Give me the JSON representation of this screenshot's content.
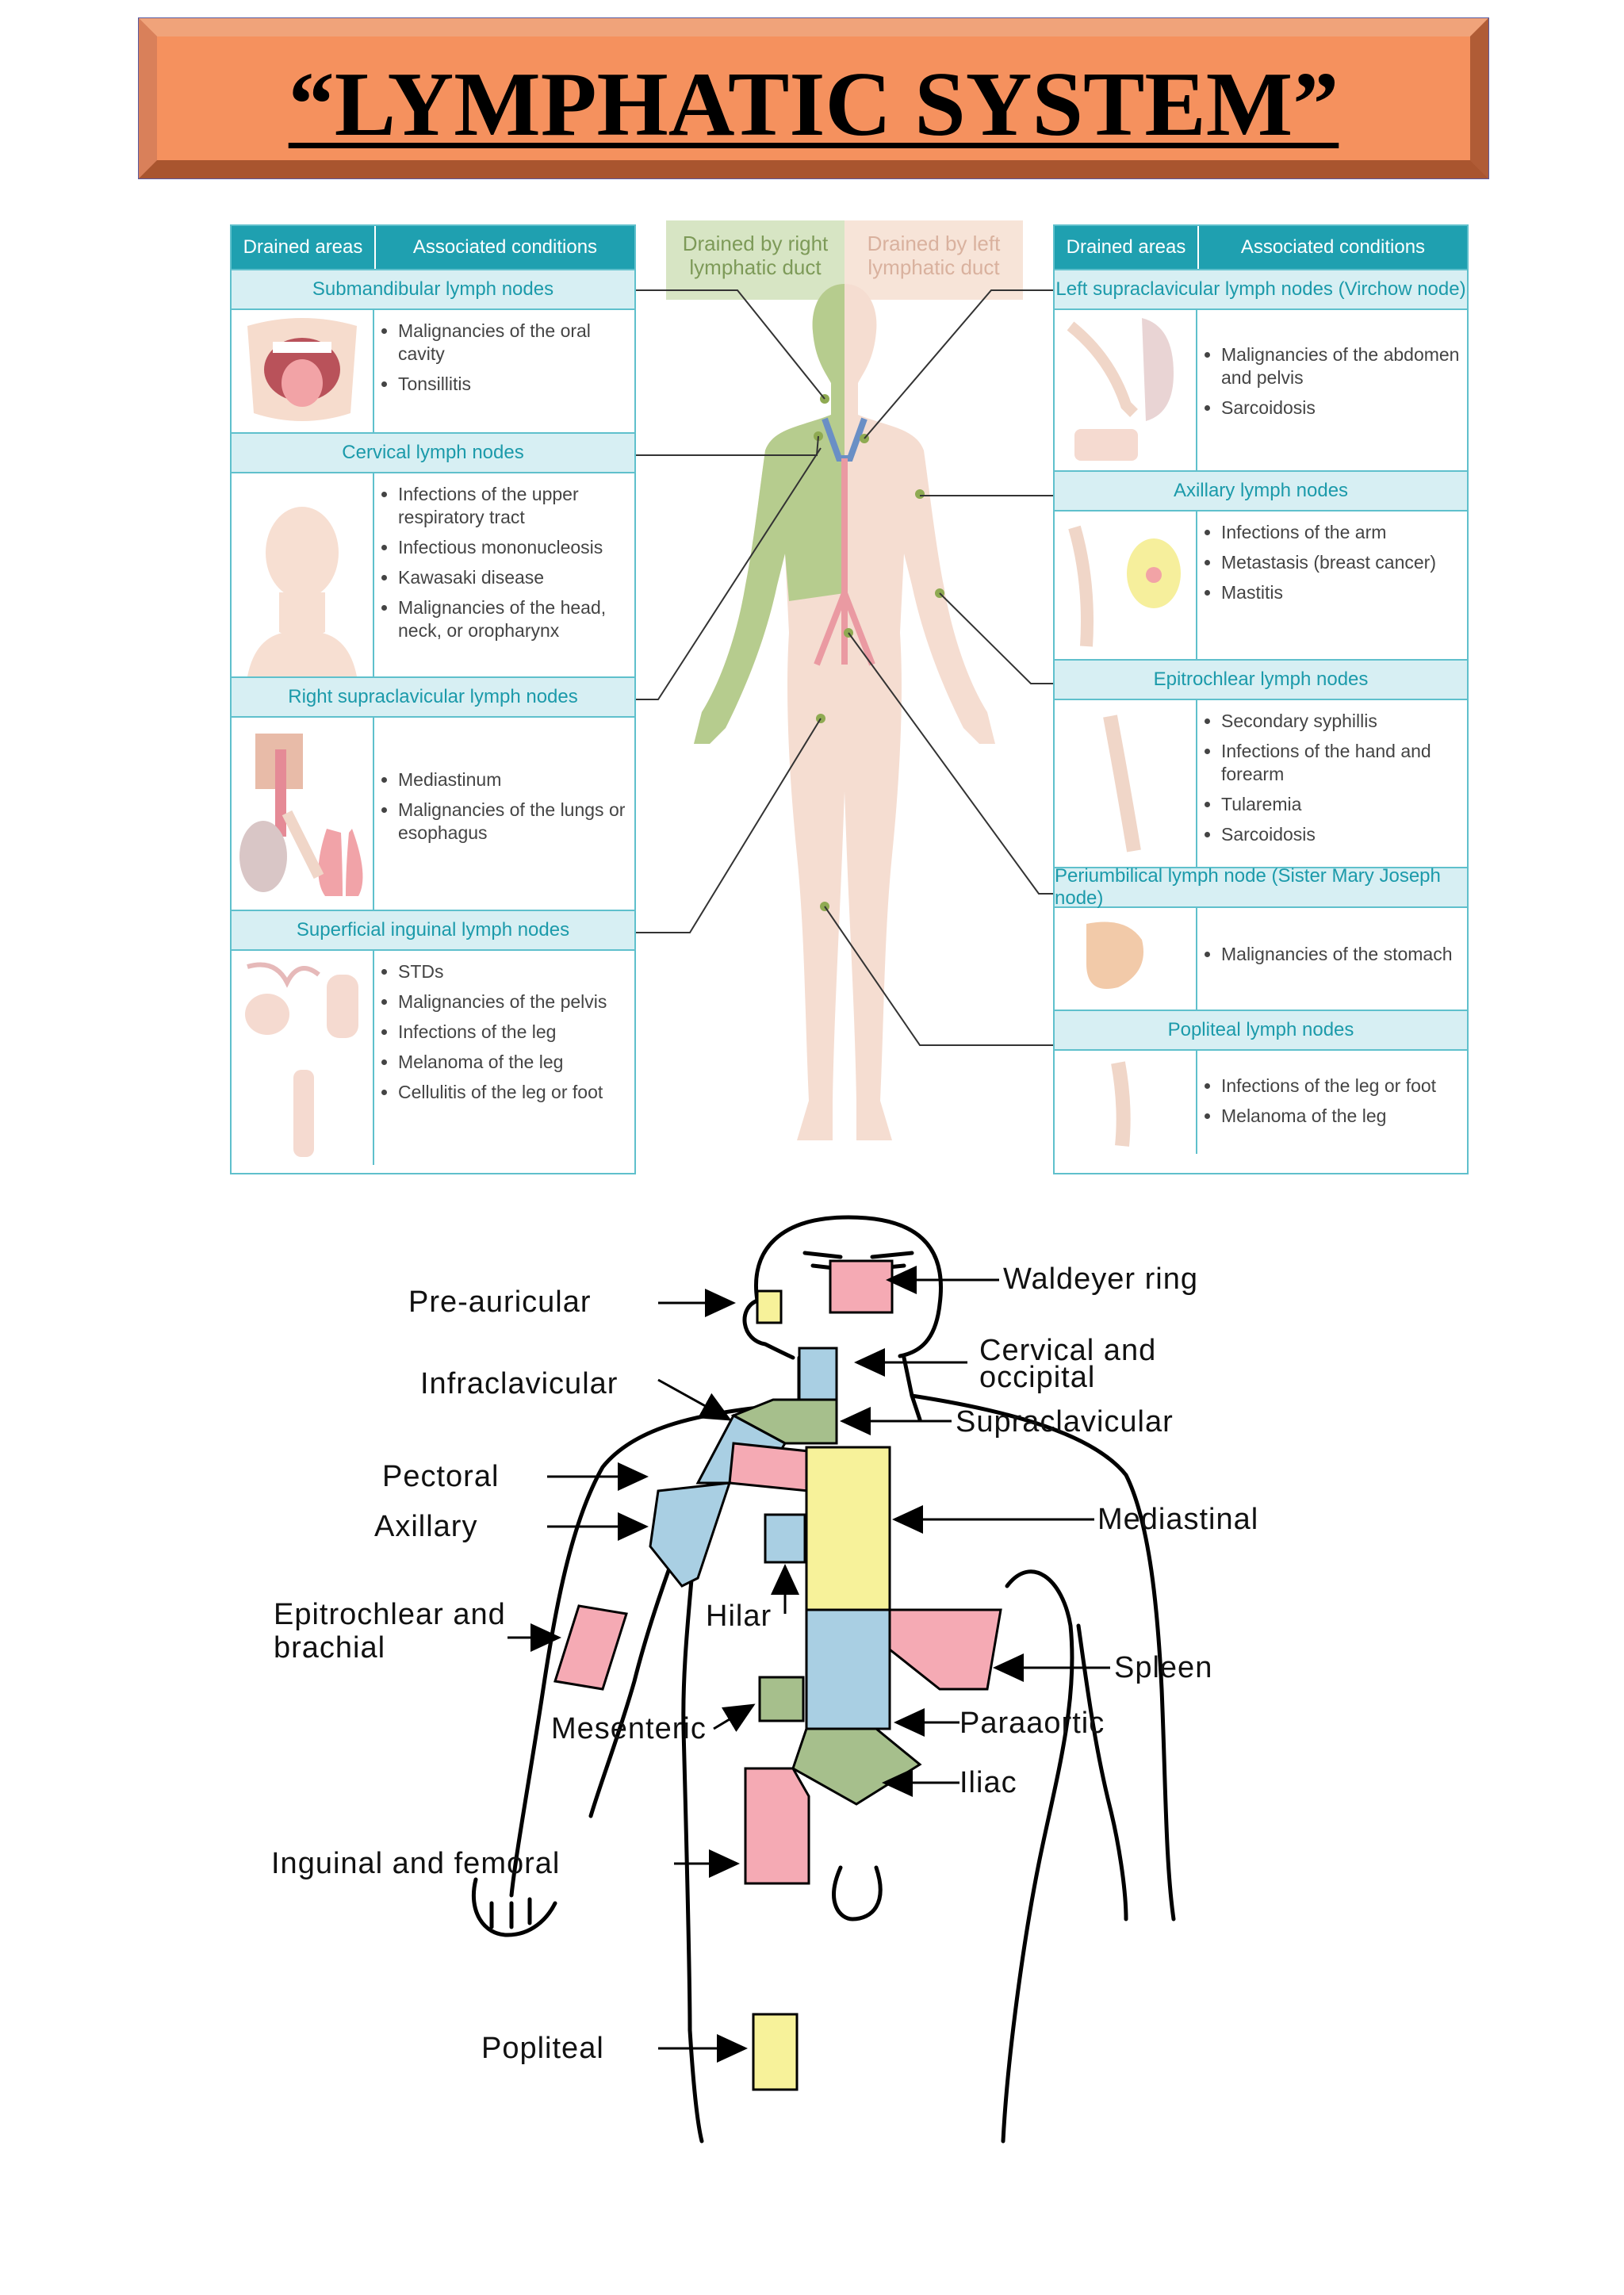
{
  "title": "“LYMPHATIC SYSTEM”",
  "colors": {
    "banner_fill": "#f5915e",
    "banner_border": "#5a5aa0",
    "table_header": "#1fa0b0",
    "section_bg": "#d7eff3",
    "right_duct": "#b6cc8e",
    "left_duct": "#f2d6c4",
    "node_green": "#a6bf8c",
    "node_blue": "#a9cfe3",
    "node_pink": "#f5aab4",
    "node_yellow": "#f7f29a"
  },
  "duct_labels": {
    "right": "Drained by right lymphatic duct",
    "left": "Drained by left lymphatic duct"
  },
  "left_table": {
    "headers": [
      "Drained areas",
      "Associated conditions"
    ],
    "sections": [
      {
        "title": "Submandibular lymph nodes",
        "image": "mouth-icon",
        "items": [
          "Malignancies of the oral cavity",
          "Tonsillitis"
        ]
      },
      {
        "title": "Cervical lymph nodes",
        "image": "head-icon",
        "items": [
          "Infections of the upper respiratory tract",
          "Infectious mononucleosis",
          "Kawasaki disease",
          "Malignancies of the head, neck, or oropharynx"
        ]
      },
      {
        "title": "Right supraclavicular lymph nodes",
        "image": "chest-lungs-icon",
        "items": [
          "Mediastinum",
          "Malignancies of the lungs or esophagus"
        ]
      },
      {
        "title": "Superficial inguinal lymph nodes",
        "image": "pelvis-leg-icon",
        "items": [
          "STDs",
          "Malignancies of the pelvis",
          "Infections of the leg",
          "Melanoma of the leg",
          "Cellulitis of the leg or foot"
        ]
      }
    ]
  },
  "right_table": {
    "headers": [
      "Drained areas",
      "Associated conditions"
    ],
    "sections": [
      {
        "title": "Left supraclavicular lymph nodes (Virchow node)",
        "image": "abdomen-icon",
        "items": [
          "Malignancies of the abdomen and pelvis",
          "Sarcoidosis"
        ]
      },
      {
        "title": "Axillary lymph nodes",
        "image": "arm-breast-icon",
        "items": [
          "Infections of the arm",
          "Metastasis (breast cancer)",
          "Mastitis"
        ]
      },
      {
        "title": "Epitrochlear lymph nodes",
        "image": "forearm-icon",
        "items": [
          "Secondary syphillis",
          "Infections of the hand and forearm",
          "Tularemia",
          "Sarcoidosis"
        ]
      },
      {
        "title": "Periumbilical lymph node (Sister Mary Joseph node)",
        "image": "stomach-icon",
        "items": [
          "Malignancies of the stomach"
        ]
      },
      {
        "title": "Popliteal lymph nodes",
        "image": "lower-leg-icon",
        "items": [
          "Infections of the leg or foot",
          "Melanoma of the leg"
        ]
      }
    ]
  },
  "node_diagram": {
    "labels": {
      "pre_auricular": "Pre-auricular",
      "waldeyer": "Waldeyer ring",
      "infraclavicular": "Infraclavicular",
      "cervical": "Cervical and occipital",
      "supraclavicular": "Supraclavicular",
      "pectoral": "Pectoral",
      "axillary": "Axillary",
      "mediastinal": "Mediastinal",
      "epitrochlear": "Epitrochlear and brachial",
      "hilar": "Hilar",
      "spleen": "Spleen",
      "mesenteric": "Mesenteric",
      "paraaortic": "Paraaortic",
      "iliac": "Iliac",
      "inguinal": "Inguinal and femoral",
      "popliteal": "Popliteal"
    }
  }
}
